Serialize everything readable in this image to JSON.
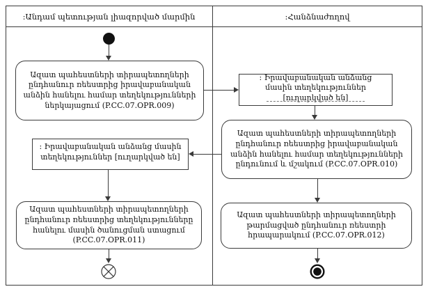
{
  "diagram": {
    "lanes": {
      "left": {
        "label": ":Անդամ պետության լիազորված մարմին"
      },
      "right": {
        "label": ":Հանձնաժողով"
      }
    },
    "actions": {
      "opr009": "Ազատ պահեստների տիրապետողների ընդհանուր ռեեստրից իրավաբանական անձին հանելու համար տեղեկությունների ներկայացում (P.CC.07.OPR.009)",
      "opr010": "Ազատ պահեստների տիրապետողների ընդհանուր ռեեստրից իրավաբանական անձին հանելու համար տեղեկությունների ընդունում և մշակում (P.CC.07.OPR.010)",
      "opr011": "Ազատ պահեստների տիրապետողների ընդհանուր ռեեստրից տեղեկությունները հանելու մասին ծանուցման ստացում (P.CC.07.OPR.011)",
      "opr012": "Ազատ պահեստների տիրապետողների թարմացված ընդհանուր ռեեստրի հրապարակում (P.CC.07.OPR.012)"
    },
    "objects": {
      "sent_right": ": Իրավաբանական անձանց մասին տեղեկություններ [ուղարկված են]",
      "sent_left": ": Իրավաբանական անձանց մասին տեղեկություններ [ուղարկված են]"
    },
    "icons": {
      "start": "initial-node",
      "flow_final": "flow-final-x",
      "activity_final": "activity-final-bullseye"
    },
    "colors": {
      "line": "#3a3a3a",
      "text": "#111111",
      "background": "#ffffff"
    }
  }
}
